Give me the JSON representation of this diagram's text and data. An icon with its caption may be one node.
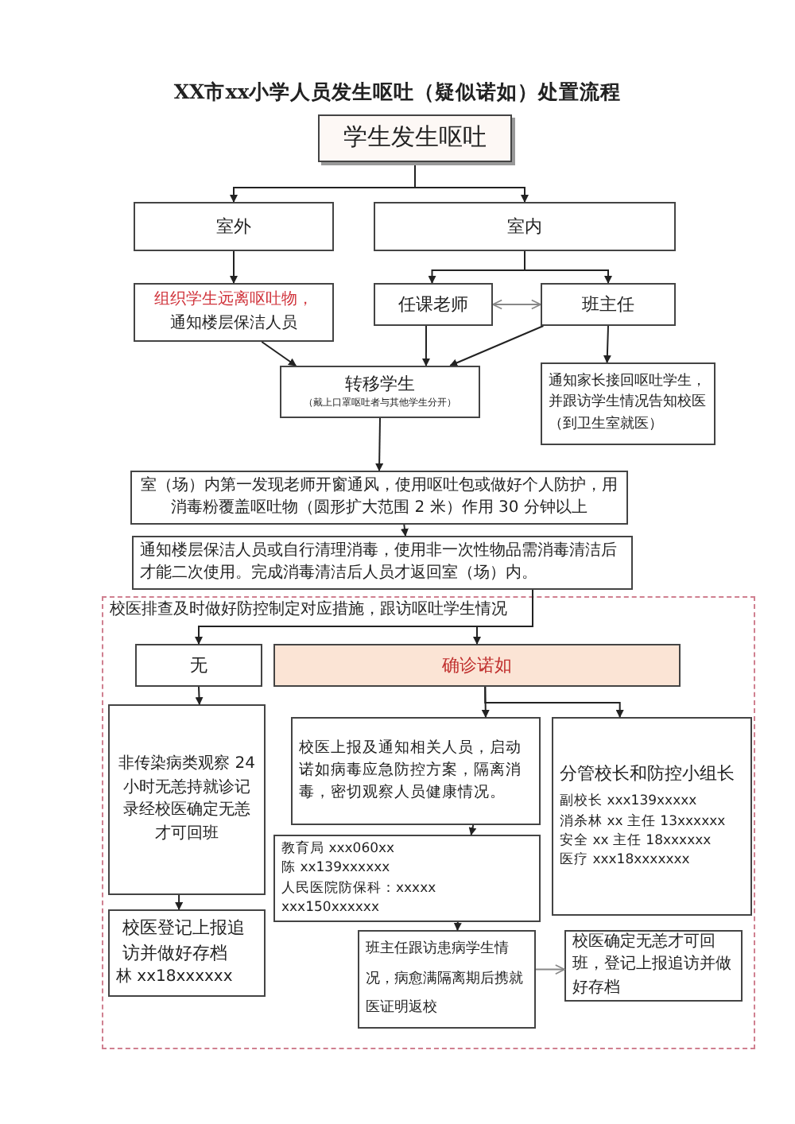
{
  "diagram": {
    "title": "XX市xx小学人员发生呕吐（疑似诺如）处置流程",
    "nodes": [
      {
        "text": [
          "学生发生呕吐"
        ]
      },
      {
        "text": [
          "室外"
        ]
      },
      {
        "text": [
          "室内"
        ]
      },
      {
        "text": [
          "组织学生远离呕吐物，",
          "通知楼层保洁人员"
        ]
      },
      {
        "text": [
          "任课老师"
        ]
      },
      {
        "text": [
          "班主任"
        ]
      },
      {
        "text": [
          "转移学生",
          "（戴上口罩呕吐者与其他学生分开）"
        ]
      },
      {
        "text": [
          "通知家长接回呕吐学生，并跟访学生情况告知校医（到卫生室就医）"
        ]
      },
      {
        "text": [
          "室（场）内第一发现老师开窗通风，使用呕吐包或做好个人防护，用消毒粉覆盖呕吐物（圆形扩大范围 2 米）作用 30 分钟以上"
        ]
      },
      {
        "text": [
          "通知楼层保洁人员或自行清理消毒，使用非一次性物品需消毒清洁后才能二次使用。完成消毒清洁后人员才返回室（场）内。"
        ]
      },
      {
        "text": [
          "校医排查及时做好防控制定对应措施，跟访呕吐学生情况"
        ]
      },
      {
        "text": [
          "无"
        ],
        "in": 10
      },
      {
        "text": [
          "确诊诺如"
        ],
        "in": 10
      },
      {
        "text": [
          "非传染病类观察 24 小时无恙持就诊记录经校医确定无恙才可回班"
        ],
        "in": 10
      },
      {
        "text": [
          "校医上报及通知相关人员，启动诺如病毒应急防控方案，隔离消毒，密切观察人员健康情况。"
        ],
        "in": 10
      },
      {
        "text": [
          "分管校长和防控小组长",
          "副校长 xxx139xxxxx",
          "消杀林 xx 主任 13xxxxxx",
          "安全 xx 主任 18xxxxxx",
          "医疗 xxx18xxxxxxx"
        ],
        "in": 10
      },
      {
        "text": [
          "教育局 xxx060xx",
          "陈 xx139xxxxxx",
          "人民医院防保科：xxxxx",
          "xxx150xxxxxx"
        ],
        "in": 10
      },
      {
        "text": [
          "校医登记上报追访并做好存档",
          "林 xx18xxxxxx"
        ],
        "in": 10
      },
      {
        "text": [
          "班主任跟访患病学生情况，病愈满隔离期后携就医证明返校"
        ],
        "in": 10
      },
      {
        "text": [
          "校医确定无恙才可回班，登记上报追访并做好存档"
        ],
        "in": 10
      }
    ],
    "edges": [
      {
        "from": 0,
        "to": 1,
        "arrow": "to"
      },
      {
        "from": 0,
        "to": 2,
        "arrow": "to"
      },
      {
        "from": 1,
        "to": 3,
        "arrow": "to"
      },
      {
        "from": 2,
        "to": 4,
        "arrow": "to"
      },
      {
        "from": 2,
        "to": 5,
        "arrow": "to"
      },
      {
        "from": 4,
        "to": 5,
        "arrow": "both",
        "color": "#888888"
      },
      {
        "from": 3,
        "to": 6,
        "arrow": "to"
      },
      {
        "from": 4,
        "to": 6,
        "arrow": "to"
      },
      {
        "from": 5,
        "to": 6,
        "arrow": "to"
      },
      {
        "from": 5,
        "to": 7,
        "arrow": "to"
      },
      {
        "from": 6,
        "to": 8,
        "arrow": "to"
      },
      {
        "from": 8,
        "to": 9,
        "arrow": "to"
      },
      {
        "from": 9,
        "to": 11,
        "arrow": "to"
      },
      {
        "from": 9,
        "to": 12,
        "arrow": "to"
      },
      {
        "from": 11,
        "to": 13,
        "arrow": "to"
      },
      {
        "from": 12,
        "to": 14,
        "arrow": "to"
      },
      {
        "from": 12,
        "to": 15,
        "arrow": "to"
      },
      {
        "from": 13,
        "to": 17,
        "arrow": "to"
      },
      {
        "from": 14,
        "to": 16,
        "arrow": "to"
      },
      {
        "from": 16,
        "to": 18,
        "arrow": "to"
      },
      {
        "from": 18,
        "to": 19,
        "arrow": "to",
        "color": "#888888"
      }
    ]
  }
}
